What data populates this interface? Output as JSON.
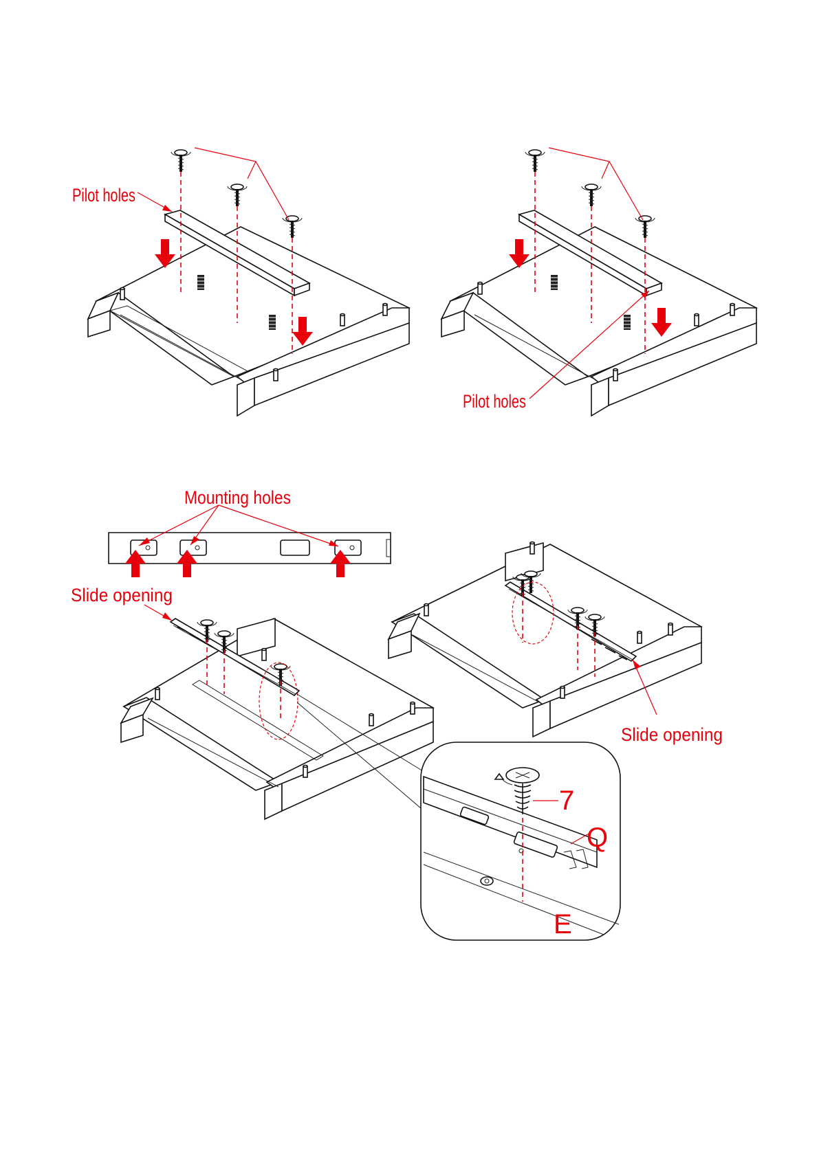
{
  "step1": {
    "left_label": "Pilot holes",
    "right_label": "Pilot holes"
  },
  "step2": {
    "mounting_label": "Mounting holes",
    "slide_label_left": "Slide opening",
    "slide_label_right": "Slide opening",
    "detail_screw_part": "7",
    "detail_slide_part": "Q",
    "detail_panel_part": "E"
  },
  "colors": {
    "annotation": "#e8000b",
    "line": "#111111"
  }
}
